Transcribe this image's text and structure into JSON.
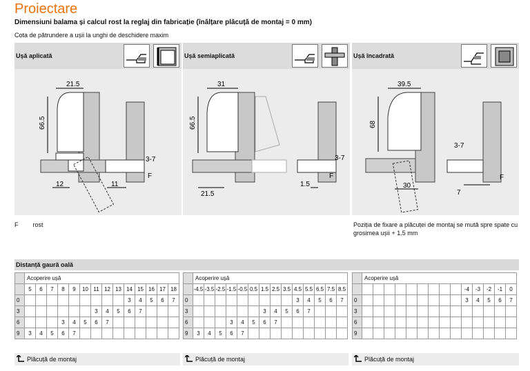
{
  "header": {
    "title": "Proiectare",
    "subtitle": "Dimensiuni balama și calcul rost la reglaj din fabricație (înălțare plăcuță de montaj = 0 mm)",
    "note": "Cota de pătrundere a ușii la unghi de deschidere maxim"
  },
  "panels": [
    {
      "label": "Ușă aplicată",
      "dims": {
        "a": "21.5",
        "b": "66.5",
        "c": "12",
        "d": "11",
        "e": "3-7",
        "f": "F"
      }
    },
    {
      "label": "Ușă semiaplicată",
      "dims": {
        "a": "31",
        "b": "66.5",
        "c": "21.5",
        "d": "1.5",
        "e": "3-7",
        "f": "F"
      }
    },
    {
      "label": "Ușă încadrată",
      "dims": {
        "a": "39.5",
        "b": "68",
        "c": "30",
        "d": "7",
        "e": "3-7",
        "f": "F"
      }
    }
  ],
  "legend": {
    "key": "F",
    "value": "rost"
  },
  "position_note": "Poziția de fixare a plăcuței de montaj se mută spre spate cu grosimea ușii + 1.5 mm",
  "section_title": "Distanță gaură oală",
  "tables": [
    {
      "header": "Acoperire ușă",
      "cols": [
        "5",
        "6",
        "7",
        "8",
        "9",
        "10",
        "11",
        "12",
        "13",
        "14",
        "15",
        "16",
        "17",
        "18"
      ],
      "rows": [
        {
          "label": "0",
          "cells": [
            "",
            "",
            "",
            "",
            "",
            "",
            "",
            "",
            "",
            "3",
            "4",
            "5",
            "6",
            "7"
          ]
        },
        {
          "label": "3",
          "cells": [
            "",
            "",
            "",
            "",
            "",
            "",
            "3",
            "4",
            "5",
            "6",
            "7",
            "",
            "",
            ""
          ]
        },
        {
          "label": "6",
          "cells": [
            "",
            "",
            "",
            "3",
            "4",
            "5",
            "6",
            "7",
            "",
            "",
            "",
            "",
            "",
            ""
          ]
        },
        {
          "label": "9",
          "cells": [
            "3",
            "4",
            "5",
            "6",
            "7",
            "",
            "",
            "",
            "",
            "",
            "",
            "",
            "",
            ""
          ]
        }
      ],
      "footer": "Plăcuță de montaj"
    },
    {
      "header": "Acoperire ușă",
      "cols": [
        "-4.5",
        "-3.5",
        "-2.5",
        "-1.5",
        "-0.5",
        "0.5",
        "1.5",
        "2.5",
        "3.5",
        "4.5",
        "5.5",
        "6.5",
        "7.5",
        "8.5"
      ],
      "rows": [
        {
          "label": "0",
          "cells": [
            "",
            "",
            "",
            "",
            "",
            "",
            "",
            "",
            "",
            "3",
            "4",
            "5",
            "6",
            "7"
          ]
        },
        {
          "label": "3",
          "cells": [
            "",
            "",
            "",
            "",
            "",
            "",
            "3",
            "4",
            "5",
            "6",
            "7",
            "",
            "",
            ""
          ]
        },
        {
          "label": "6",
          "cells": [
            "",
            "",
            "",
            "3",
            "4",
            "5",
            "6",
            "7",
            "",
            "",
            "",
            "",
            "",
            ""
          ]
        },
        {
          "label": "9",
          "cells": [
            "3",
            "4",
            "5",
            "6",
            "7",
            "",
            "",
            "",
            "",
            "",
            "",
            "",
            "",
            ""
          ]
        }
      ],
      "footer": "Plăcuță de montaj"
    },
    {
      "header": "Acoperire ușă",
      "cols": [
        "",
        "",
        "",
        "",
        "",
        "",
        "",
        "",
        "",
        "-4",
        "-3",
        "-2",
        "-1",
        "0"
      ],
      "rows": [
        {
          "label": "0",
          "cells": [
            "",
            "",
            "",
            "",
            "",
            "",
            "",
            "",
            "",
            "3",
            "4",
            "5",
            "6",
            "7"
          ]
        },
        {
          "label": "3",
          "cells": [
            "",
            "",
            "",
            "",
            "",
            "",
            "",
            "",
            "",
            "",
            "",
            "",
            "",
            ""
          ]
        },
        {
          "label": "6",
          "cells": [
            "",
            "",
            "",
            "",
            "",
            "",
            "",
            "",
            "",
            "",
            "",
            "",
            "",
            ""
          ]
        },
        {
          "label": "9",
          "cells": [
            "",
            "",
            "",
            "",
            "",
            "",
            "",
            "",
            "",
            "",
            "",
            "",
            "",
            ""
          ]
        }
      ],
      "footer": "Plăcuță de montaj"
    }
  ]
}
